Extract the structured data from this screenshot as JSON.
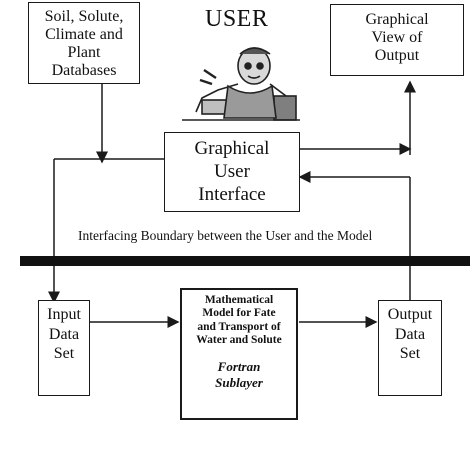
{
  "user_label": "USER",
  "databases_box": {
    "text": "Soil, Solute,\nClimate and\nPlant\nDatabases"
  },
  "graphical_view_box": {
    "text": "Graphical\nView of\nOutput"
  },
  "gui_box": {
    "text": "Graphical\nUser\nInterface"
  },
  "boundary_text": "Interfacing Boundary between the User and the Model",
  "input_box": {
    "text": "Input\nData\nSet"
  },
  "model_box": {
    "title": "Mathematical\nModel for Fate\nand Transport of\nWater and Solute",
    "subtitle": "Fortran\nSublayer"
  },
  "output_box": {
    "text": "Output\nData\nSet"
  },
  "colors": {
    "line": "#1a1a1a",
    "bar": "#111111",
    "background": "#ffffff"
  }
}
